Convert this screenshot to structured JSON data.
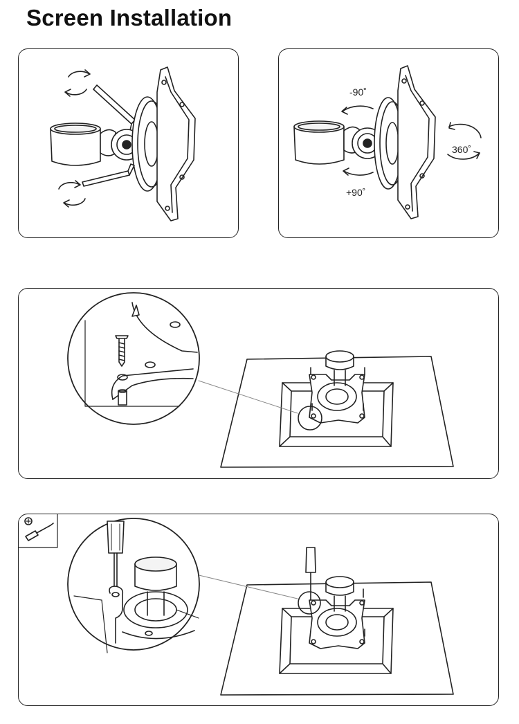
{
  "title": "Screen Installation",
  "rotation_labels": {
    "tilt_up": "-90˚",
    "tilt_down": "+90˚",
    "spin": "360˚"
  },
  "tool_icon": "phillips-screwdriver-icon",
  "colors": {
    "line": "#222222",
    "fill_light": "#f4f4f4",
    "background": "#ffffff"
  }
}
